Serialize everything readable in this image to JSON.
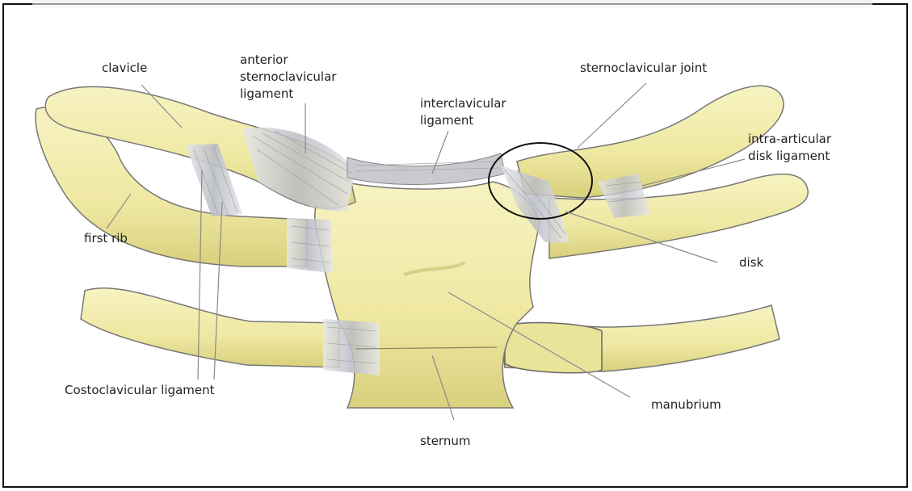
{
  "labels": {
    "clavicle": "clavicle",
    "anterior_sc_ligament": "anterior\nsternoclavicular\nligament",
    "interclavicular_ligament": "interclavicular\nligament",
    "sc_joint": "sternoclavicular joint",
    "intra_articular": "intra-articular\ndisk ligament",
    "first_rib": "first rib",
    "disk": "disk",
    "costoclavicular": "Costoclavicular ligament",
    "manubrium": "manubrium",
    "sternum": "sternum"
  },
  "colors": {
    "bone": "#f3efb0",
    "bone_shade": "#d9d27e",
    "ligament": "#c9cbd0",
    "outline": "#666666",
    "leader": "#8a8a8a",
    "circle": "#111111"
  }
}
